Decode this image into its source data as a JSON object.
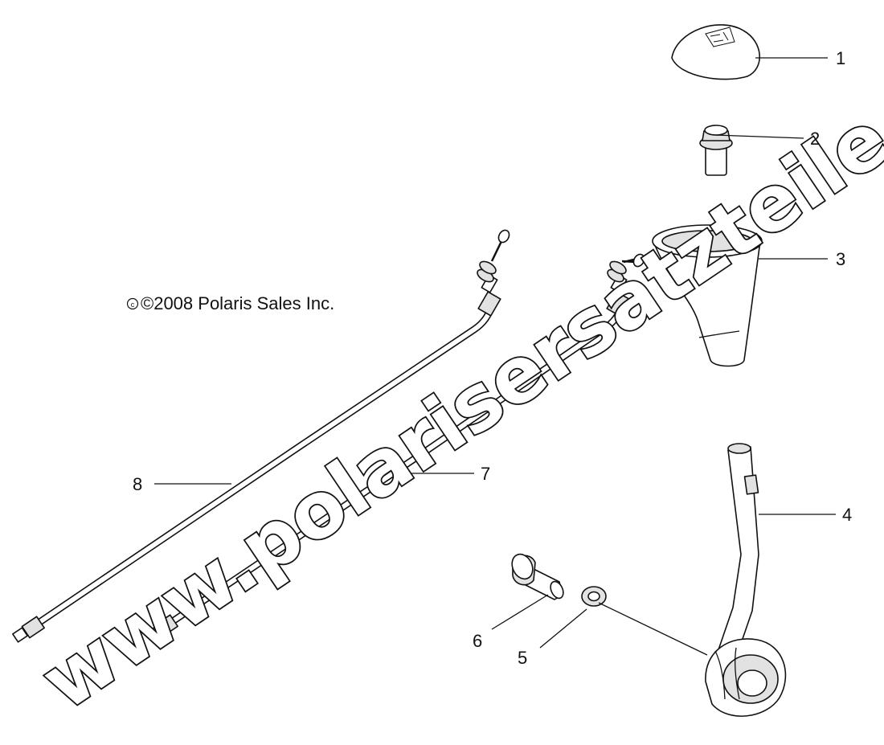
{
  "diagram": {
    "copyright": "©2008 Polaris Sales Inc.",
    "watermark": "www.polarisersatzteile.de",
    "callouts": [
      {
        "id": "1",
        "label": "1"
      },
      {
        "id": "2",
        "label": "2"
      },
      {
        "id": "3",
        "label": "3"
      },
      {
        "id": "4",
        "label": "4"
      },
      {
        "id": "5",
        "label": "5"
      },
      {
        "id": "6",
        "label": "6"
      },
      {
        "id": "7",
        "label": "7"
      },
      {
        "id": "8",
        "label": "8"
      }
    ],
    "parts": [
      {
        "callout": "1",
        "icon": "shift-knob-icon"
      },
      {
        "callout": "2",
        "icon": "flange-bolt-icon"
      },
      {
        "callout": "3",
        "icon": "shift-boot-icon"
      },
      {
        "callout": "4",
        "icon": "shift-lever-icon"
      },
      {
        "callout": "5",
        "icon": "washer-icon"
      },
      {
        "callout": "6",
        "icon": "pivot-bolt-icon"
      },
      {
        "callout": "7",
        "icon": "shift-cable-icon"
      },
      {
        "callout": "8",
        "icon": "shift-cable-icon"
      }
    ]
  }
}
